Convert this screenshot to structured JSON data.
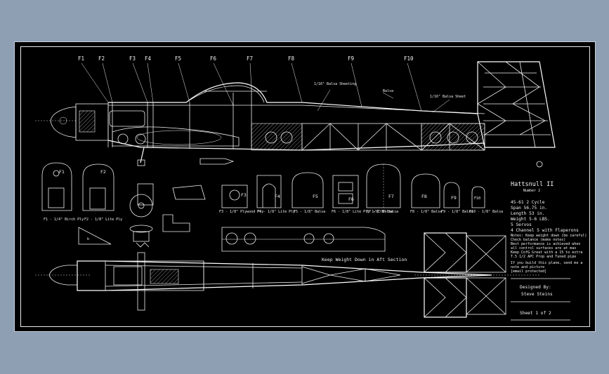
{
  "former_labels": [
    "F1",
    "F2",
    "F3",
    "F4",
    "F5",
    "F6",
    "F7",
    "F8",
    "F9",
    "F10"
  ],
  "top_view_notes": [
    "1/16\" Balsa Sheeting",
    "Balsa",
    "1/16\" Balsa Sheet"
  ],
  "former_details": [
    {
      "id": "F1",
      "caption": "F1 - 1/4\" Birch Ply"
    },
    {
      "id": "F2",
      "caption": "F2 - 1/8\" Lite Ply"
    },
    {
      "id": "F3",
      "caption": "F3 - 1/8\" Plywood Ply"
    },
    {
      "id": "F4",
      "caption": "F4 - 1/8\" Lite Ply"
    },
    {
      "id": "F5",
      "caption": "F5 - 1/8\" Balsa"
    },
    {
      "id": "F6",
      "caption": "F6 - 1/8\" Lite Ply 1/8\" Balsa"
    },
    {
      "id": "F7",
      "caption": "F7 - 1/8\" Balsa"
    },
    {
      "id": "F8",
      "caption": "F8 - 1/8\" Balsa"
    },
    {
      "id": "F9",
      "caption": "F9 - 1/8\" Balsa"
    },
    {
      "id": "F10",
      "caption": "F10 - 1/8\" Balsa"
    }
  ],
  "bottom_view_note": "Keep Weight Down in Aft Section",
  "title_block": {
    "title": "Hattsnull II",
    "subtitle": "Number 2",
    "specs": [
      "45-61 2 Cycle",
      "Span 56.75 in.",
      "Length 53 in.",
      "Weight 5-6 LBS.",
      "5 Servos",
      "4 Channel 5 with Flaperons"
    ],
    "notes": [
      "Notes: Keep weight down (be careful)",
      "Check balance (make notes)",
      "Best performance is achieved when",
      "all control surfaces are at max",
      "Keep CofG Great with a 15 to extra",
      "T.5 1/2 APC Prop and Tuned pipe"
    ],
    "contact": [
      "If you build this plane, send me a",
      "note and picture",
      "[email protected]"
    ],
    "drawn_by_label": "Designed By:",
    "designer": "Steve Steins",
    "sheet": "Sheet 1 of 2"
  },
  "colors": {
    "page_bg": "#8e9fb4",
    "drawing_bg": "#000000",
    "line": "#f0f0f0"
  }
}
